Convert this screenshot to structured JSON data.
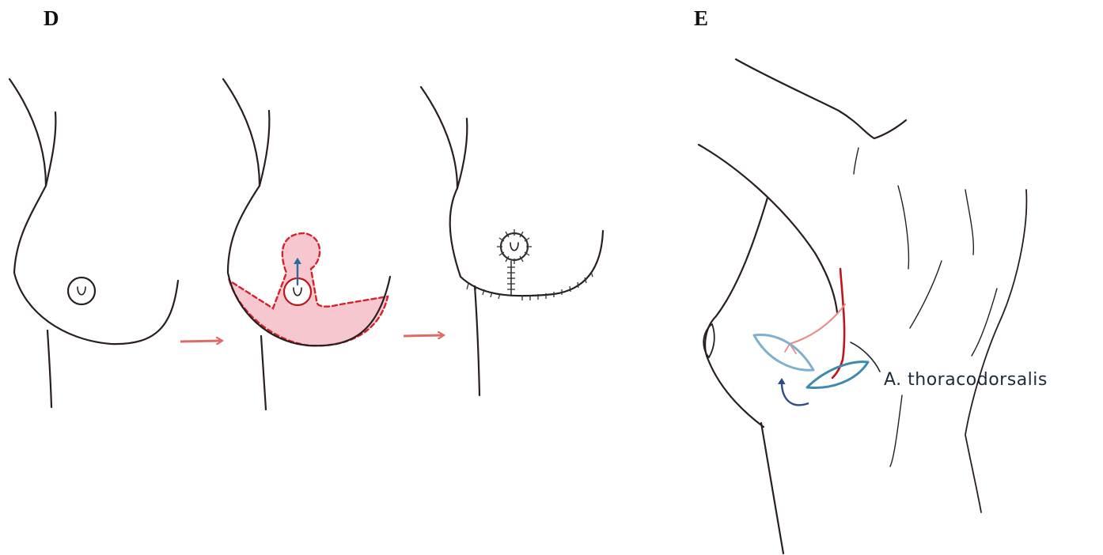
{
  "panels": {
    "d": {
      "letter": "D"
    },
    "e": {
      "letter": "E",
      "artery_label": "A. thoracodorsalis"
    }
  },
  "colors": {
    "outline": "#2a1f1f",
    "resection_fill": "#f6c7cf",
    "resection_dash": "#d8202a",
    "arrow_red": "#e06a66",
    "arrow_blue": "#2e6aa0",
    "artery": "#c0141c",
    "artery_branch": "#ee8a88",
    "flap_light": "#7fb0cc",
    "flap_dark": "#3f88b0",
    "rotation_arrow": "#2d4d86",
    "suture": "#333333",
    "label_text": "#1f2a3a"
  },
  "icons": {
    "step_arrows": "right-arrow-icon",
    "nipple_shift": "up-arrow-icon",
    "flap_rotation": "curved-arrow-icon"
  }
}
